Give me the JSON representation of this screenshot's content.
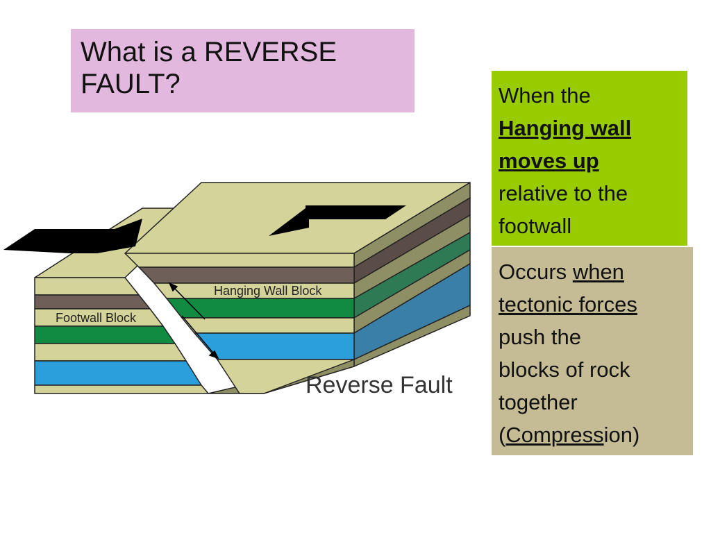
{
  "title": {
    "line1": "What is a REVERSE",
    "line2": "FAULT?"
  },
  "definition": {
    "lead": "When the",
    "bold_line1": "Hanging wall",
    "bold_line2": "moves up",
    "line4": "relative to the",
    "line5": "footwall"
  },
  "cause": {
    "w1": "Occurs",
    "w1b": "when",
    "l2": "tectonic forces",
    "l3": "push the",
    "l4": "blocks of rock",
    "l5": "together",
    "l6_open": "(",
    "l6_ul": "Compress",
    "l6_rest": "ion)"
  },
  "diagram": {
    "hanging_wall_label": "Hanging Wall Block",
    "footwall_label": "Footwall Block",
    "caption": "Reverse Fault"
  },
  "colors": {
    "title_bg": "#e2b8de",
    "definition_bg": "#99cc00",
    "cause_bg": "#c5bc96",
    "layer_tan": "#d4d49a",
    "layer_brown": "#6e5f58",
    "layer_green": "#118b42",
    "layer_blue": "#2a9fdc"
  }
}
